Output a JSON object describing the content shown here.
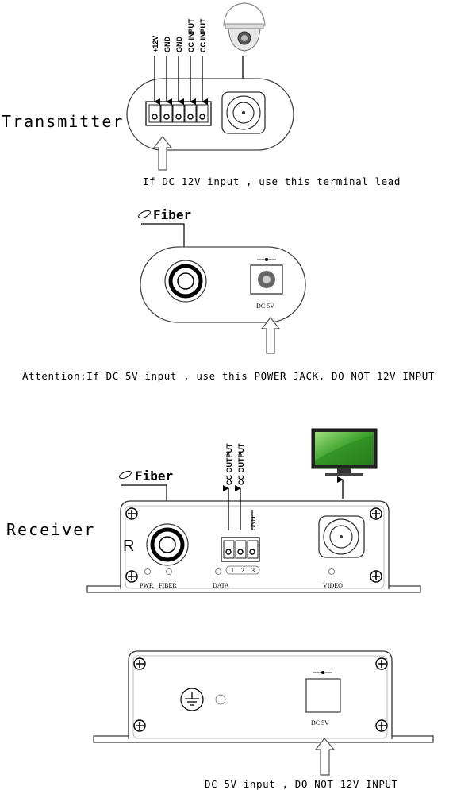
{
  "transmitter": {
    "title": "Transmitter",
    "terminals": [
      "+12V",
      "GND",
      "GND",
      "CC INPUT",
      "CC INPUT"
    ],
    "note": "If  DC 12V input , use this terminal lead"
  },
  "optical_unit": {
    "fiber_label": "Fiber",
    "dc_label": "DC 5V",
    "note": "Attention:If  DC 5V input , use this POWER JACK, DO NOT 12V INPUT"
  },
  "receiver": {
    "title": "Receiver",
    "fiber_label": "Fiber",
    "r_mark": "R",
    "outputs": [
      "CC OUTPUT",
      "CC OUTPUT"
    ],
    "gnd_label": "GND",
    "terminal_numbers": [
      "1",
      "2",
      "3"
    ],
    "leds": [
      "PWR",
      "FIBER",
      "DATA",
      "VIDEO"
    ]
  },
  "receiver_back": {
    "dc_label": "DC 5V",
    "note": "DC 5V input , DO NOT 12V INPUT"
  }
}
